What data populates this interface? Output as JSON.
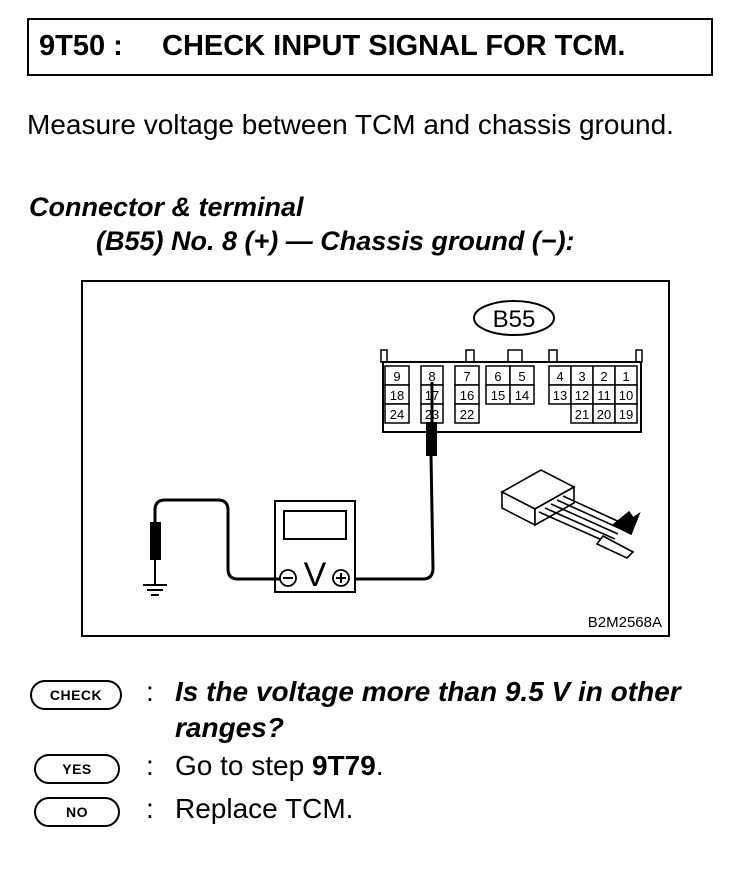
{
  "header": {
    "step_id": "9T50 :",
    "title": "CHECK INPUT SIGNAL FOR TCM."
  },
  "instruction": "Measure voltage between TCM and chassis ground.",
  "connector": {
    "line1": "Connector & terminal",
    "line2": "(B55) No. 8 (+) — Chassis ground (−):"
  },
  "figure": {
    "connector_label": "B55",
    "row1_left": [
      "9",
      "8",
      "7"
    ],
    "row1_mid": [
      "6",
      "5"
    ],
    "row1_right": [
      "4",
      "3",
      "2",
      "1"
    ],
    "row2_left": [
      "18",
      "17",
      "16"
    ],
    "row2_mid": [
      "15",
      "14"
    ],
    "row2_right": [
      "13",
      "12",
      "11",
      "10"
    ],
    "row3_left": [
      "24",
      "23",
      "22"
    ],
    "row3_right": [
      "21",
      "20",
      "19"
    ],
    "meter_symbol": "V",
    "figure_code": "B2M2568A"
  },
  "check": {
    "badge": "CHECK",
    "colon": ":",
    "question": "Is the voltage more than 9.5 V in other ranges?"
  },
  "yes": {
    "badge": "YES",
    "colon": ":",
    "text_prefix": "Go to step ",
    "step": "9T79",
    "text_suffix": "."
  },
  "no": {
    "badge": "NO",
    "colon": ":",
    "text": "Replace TCM."
  }
}
